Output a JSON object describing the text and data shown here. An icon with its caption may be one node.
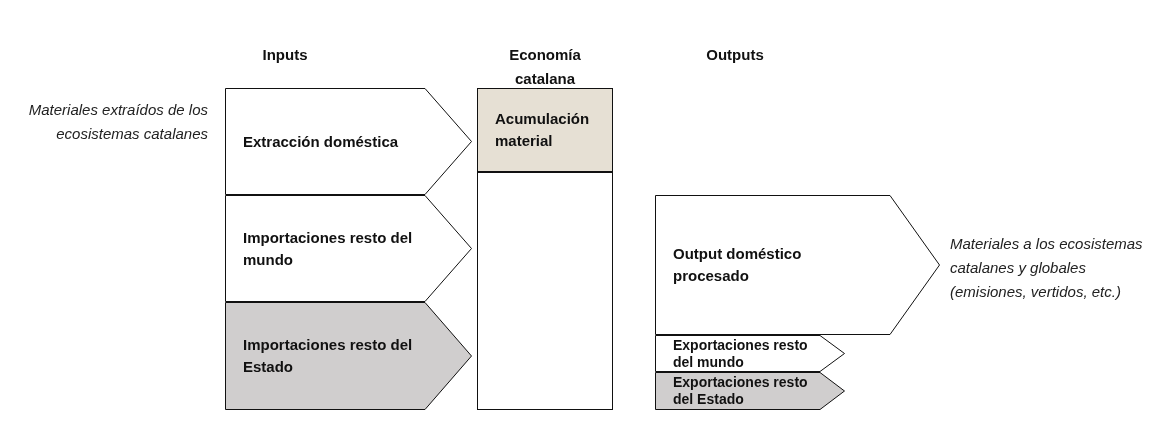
{
  "diagram": {
    "nodes": [
      {
        "text": [
          "Extracción doméstica"
        ],
        "beside": [
          "Materiales extraídos de los ecosistemas catalanes"
        ]
      },
      {
        "text": [
          "Importaciones resto del mundo"
        ]
      },
      {
        "text": [
          "Importaciones resto del Estado"
        ]
      },
      {
        "text": [
          "Acumulación material"
        ]
      },
      {
        "text": [],
        "shape": "box"
      },
      {
        "text": [
          "Output doméstico procesado"
        ],
        "beside": [
          "Materiales a los ecosistemas catalanes y globales (emisiones, vertidos, etc.)"
        ]
      },
      {
        "text": [
          "Exportaciones resto del mundo"
        ]
      },
      {
        "text": [
          "Exportaciones resto del Estado"
        ]
      }
    ],
    "edges": [],
    "labels": [
      "Inputs",
      "Economía catalana",
      "Outputs"
    ]
  }
}
